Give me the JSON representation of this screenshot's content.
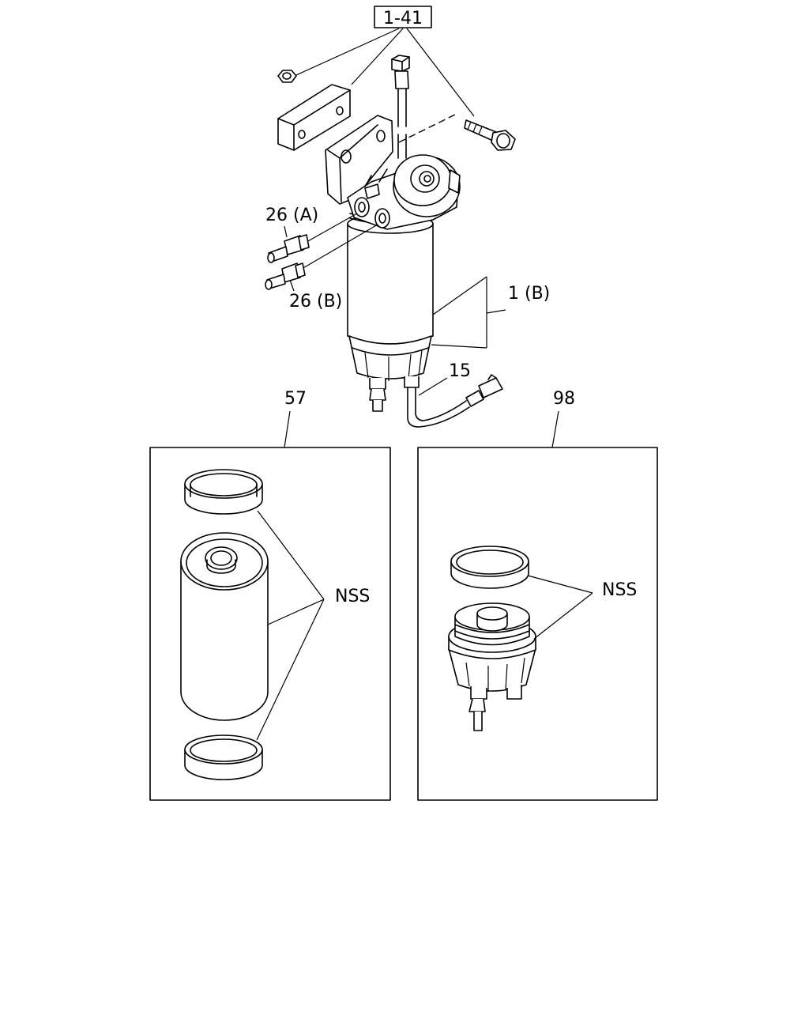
{
  "callouts": {
    "ref_box": "1-41",
    "fitting_a": "26 (A)",
    "fitting_b": "26 (B)",
    "item_1b": "1 (B)",
    "item_15": "15",
    "kit_57": "57",
    "kit_98": "98",
    "nss_left": "NSS",
    "nss_right": "NSS"
  },
  "colors": {
    "line": "#000000",
    "background": "#ffffff"
  }
}
